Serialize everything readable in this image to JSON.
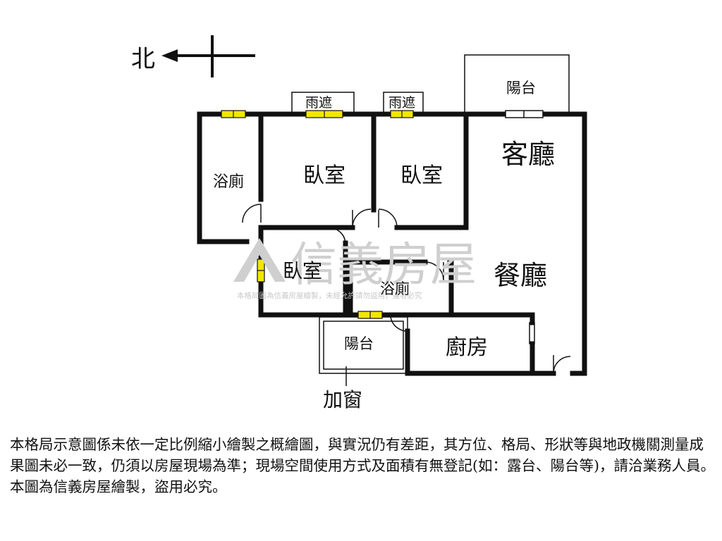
{
  "compass": {
    "north_label": "北"
  },
  "rooms": {
    "balcony_top": "陽台",
    "canopy_1": "雨遮",
    "canopy_2": "雨遮",
    "living_room": "客廳",
    "bathroom_1": "浴廁",
    "bedroom_1": "臥室",
    "bedroom_2": "臥室",
    "bedroom_3": "臥室",
    "bathroom_2": "浴廁",
    "dining_room": "餐廳",
    "balcony_bottom": "陽台",
    "kitchen": "廚房",
    "window_note": "加窗"
  },
  "watermark": {
    "brand": "信義房屋",
    "small": "本格局圖為信義房屋繪製，未經允許請勿盜用，違者必究"
  },
  "disclaimer": "本格局示意圖係未依一定比例縮小繪製之概繪圖，與實況仍有差距，其方位、格局、形狀等與地政機關測量成果圖未必一致，仍須以房屋現場為準；現場空間使用方式及面積有無登記(如：露台、陽台等)，請洽業務人員。本圖為信義房屋繪製，盜用必究。",
  "colors": {
    "wall": "#111111",
    "window_fill": "#f2e600",
    "watermark": "#cfcfcf"
  }
}
